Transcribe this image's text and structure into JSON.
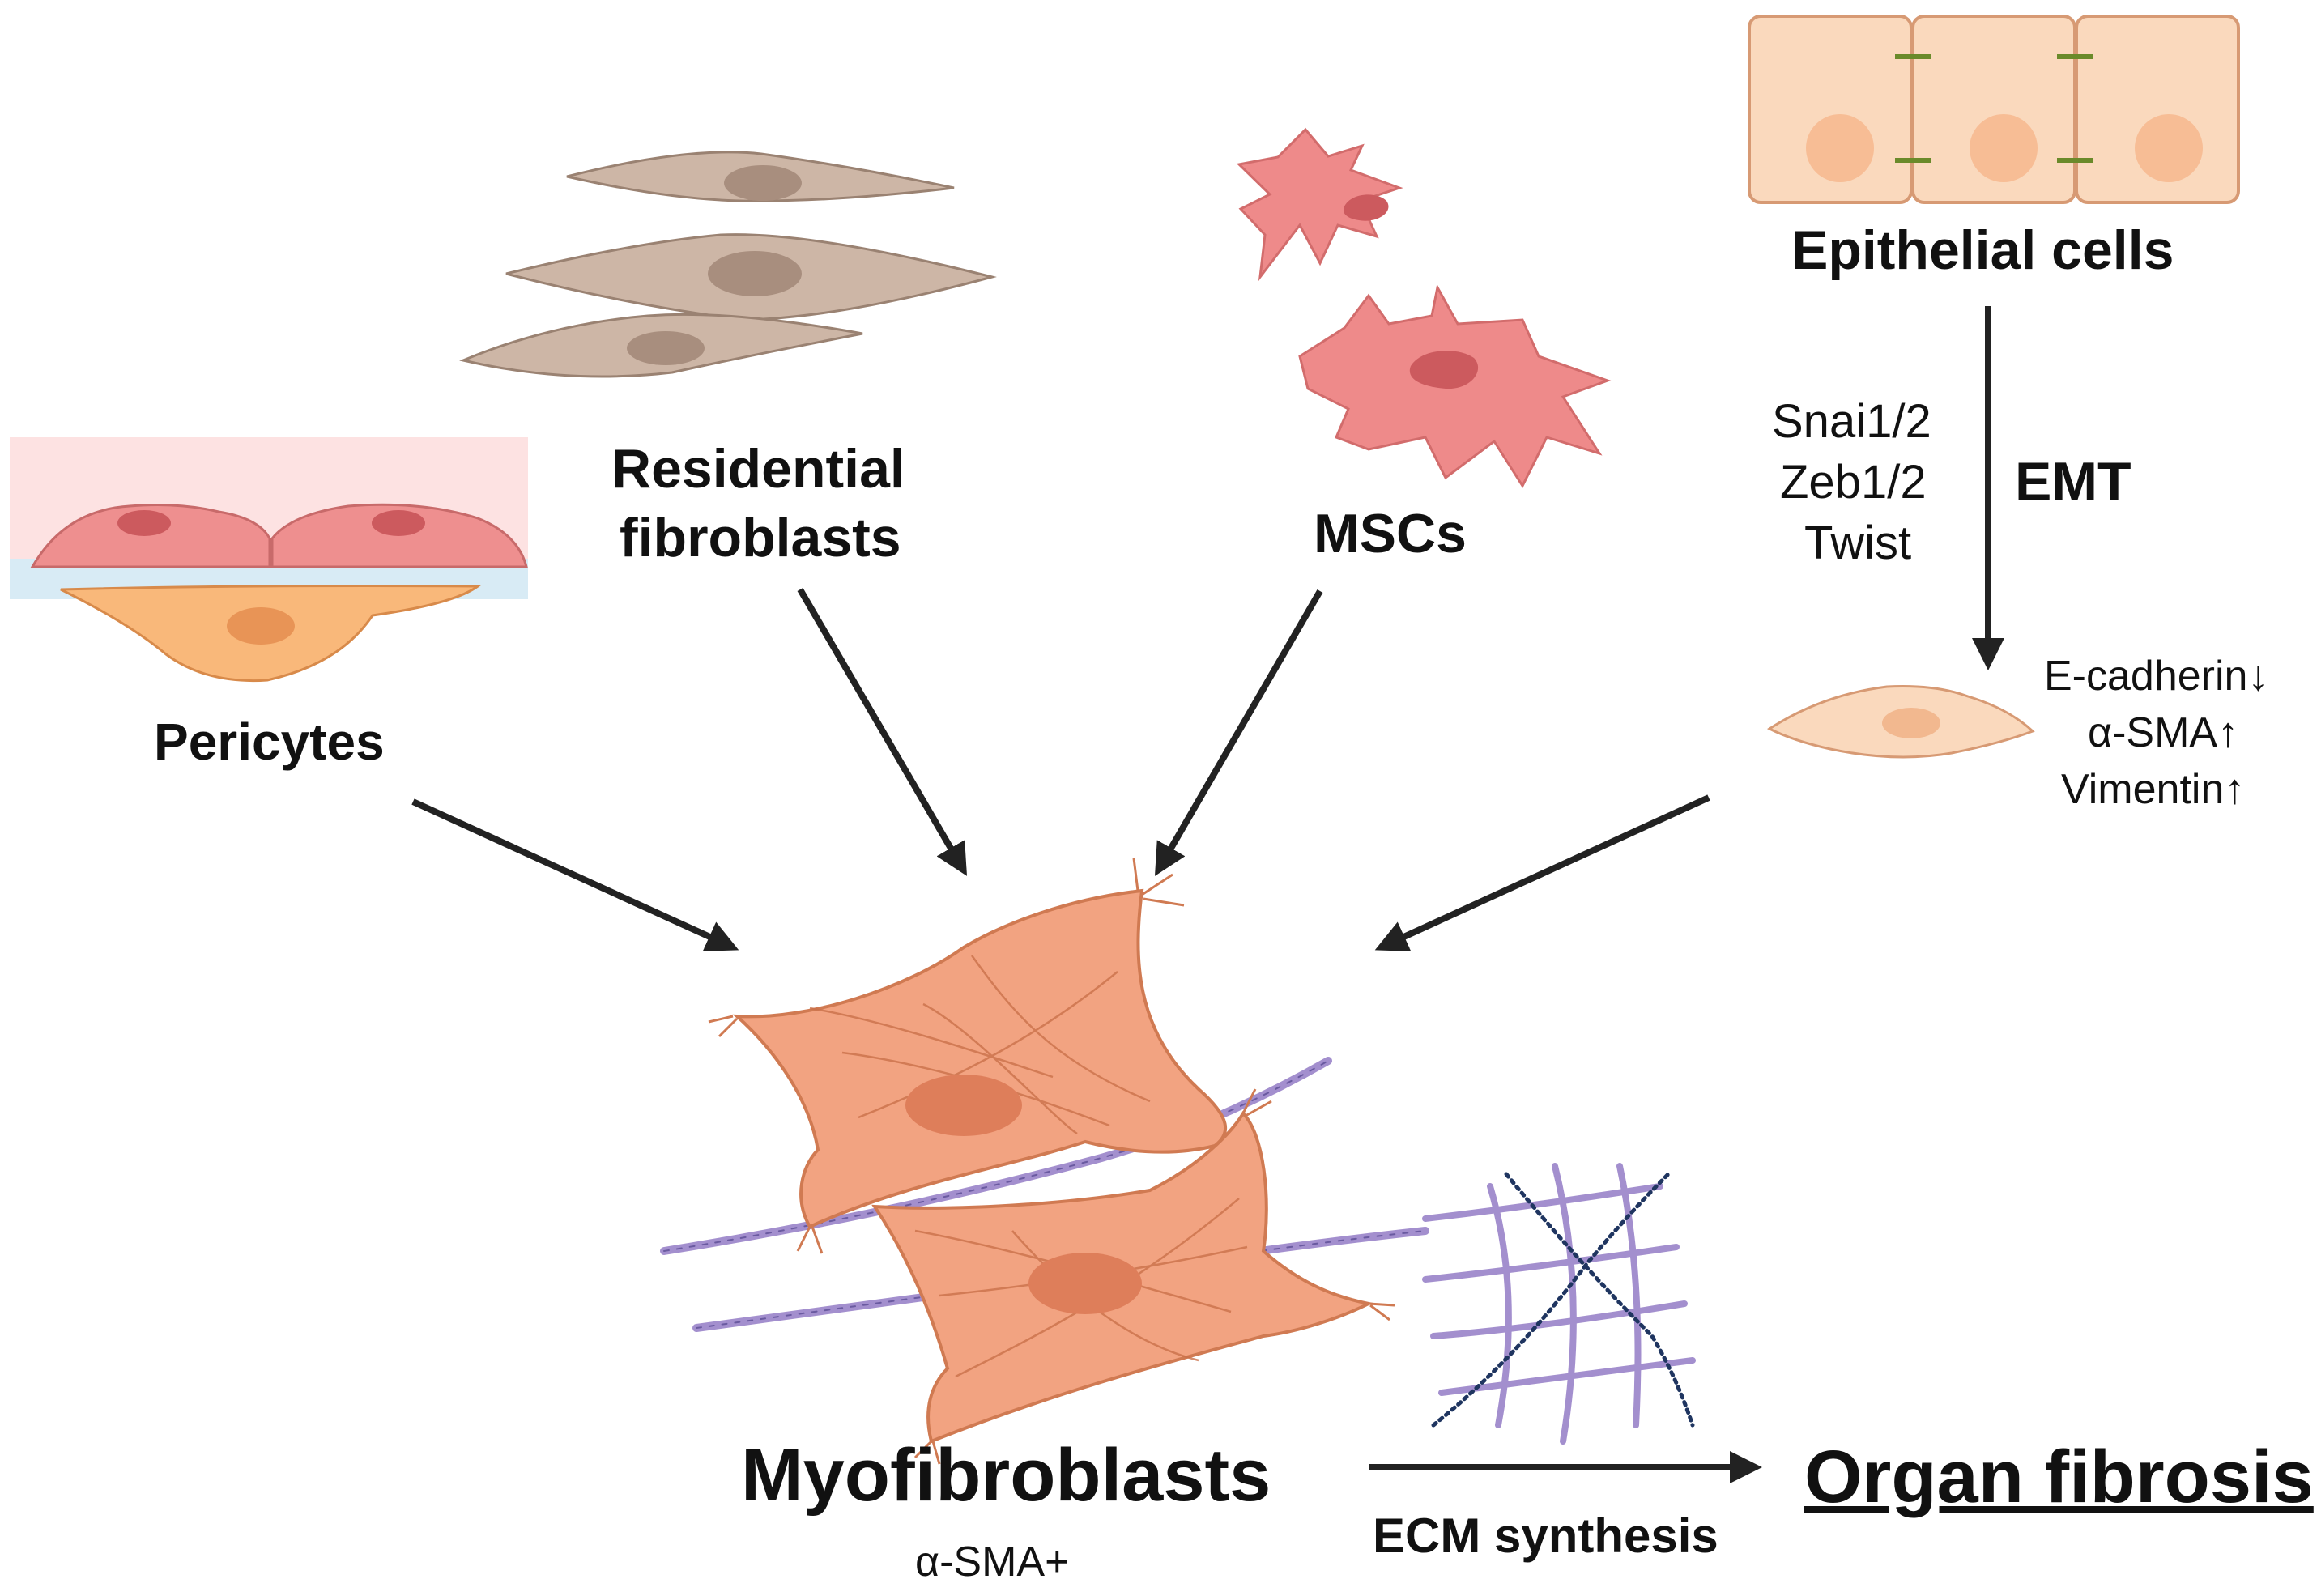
{
  "labels": {
    "pericytes": "Pericytes",
    "residential_line1": "Residential",
    "residential_line2": "fibroblasts",
    "mscs": "MSCs",
    "epithelial": "Epithelial cells",
    "emt": "EMT",
    "tf_snai": "Snai1/2",
    "tf_zeb": "Zeb1/2",
    "tf_twist": "Twist",
    "marker_ecad": "E-cadherin↓",
    "marker_asma": "α-SMA↑",
    "marker_vim": "Vimentin↑",
    "myofibroblasts": "Myofibroblasts",
    "myo_marker": "α-SMA+",
    "ecm": "ECM synthesis",
    "fibrosis": "Organ fibrosis"
  },
  "colors": {
    "fibroblast_fill": "#cdb6a6",
    "fibroblast_stroke": "#9a8272",
    "msc_fill": "#ee8a8a",
    "msc_nucleus": "#cc5a5e",
    "epithelial_fill": "#fad9bd",
    "epithelial_stroke": "#d79a74",
    "junction": "#6a8a2a",
    "pericyte_fill": "#f9b87a",
    "endothelial_fill": "#ee8f8f",
    "myofibroblast_fill": "#f2a381",
    "myofibroblast_stroke": "#d07a52",
    "fiber_purple": "#a38fce",
    "fiber_navy": "#1f3560",
    "arrow": "#222222"
  }
}
